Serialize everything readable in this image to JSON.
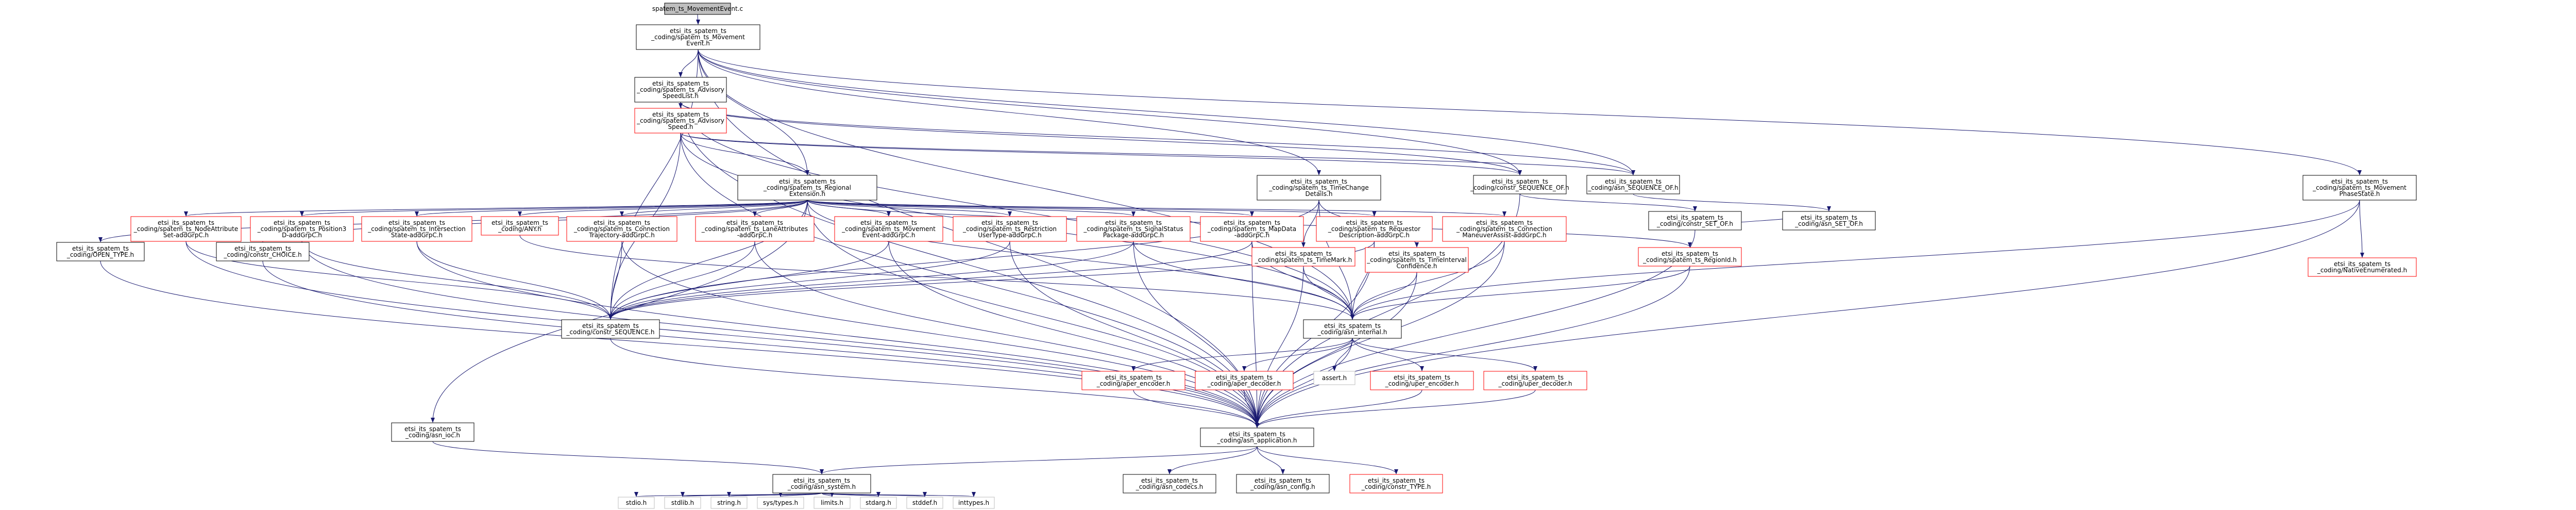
{
  "colors": {
    "edge": "#191970",
    "node_border_default": "#000000",
    "node_border_linked": "#ff0000",
    "node_border_system": "#bfbfbf",
    "root_fill": "#bfbfbf",
    "text": "#000000",
    "system_text": "#000000"
  },
  "nodes": [
    {
      "id": "root",
      "lines": [
        "spatem_ts_MovementEvent.c"
      ],
      "style": "root"
    },
    {
      "id": "me",
      "lines": [
        "etsi_its_spatem_ts",
        "_coding/spatem_ts_Movement",
        "Event.h"
      ],
      "style": "default"
    },
    {
      "id": "asl",
      "lines": [
        "etsi_its_spatem_ts",
        "_coding/spatem_ts_Advisory",
        "SpeedList.h"
      ],
      "style": "default"
    },
    {
      "id": "as",
      "lines": [
        "etsi_its_spatem_ts",
        "_coding/spatem_ts_Advisory",
        "Speed.h"
      ],
      "style": "linked"
    },
    {
      "id": "re",
      "lines": [
        "etsi_its_spatem_ts",
        "_coding/spatem_ts_Regional",
        "Extension.h"
      ],
      "style": "default"
    },
    {
      "id": "tcd",
      "lines": [
        "etsi_its_spatem_ts",
        "_coding/spatem_ts_TimeChange",
        "Details.h"
      ],
      "style": "default"
    },
    {
      "id": "cseqof",
      "lines": [
        "etsi_its_spatem_ts",
        "_coding/constr_SEQUENCE_OF.h"
      ],
      "style": "default"
    },
    {
      "id": "aseqof",
      "lines": [
        "etsi_its_spatem_ts",
        "_coding/asn_SEQUENCE_OF.h"
      ],
      "style": "default"
    },
    {
      "id": "mps",
      "lines": [
        "etsi_its_spatem_ts",
        "_coding/spatem_ts_Movement",
        "PhaseState.h"
      ],
      "style": "default"
    },
    {
      "id": "csetof",
      "lines": [
        "etsi_its_spatem_ts",
        "_coding/constr_SET_OF.h"
      ],
      "style": "default"
    },
    {
      "id": "asetof",
      "lines": [
        "etsi_its_spatem_ts",
        "_coding/asn_SET_OF.h"
      ],
      "style": "default"
    },
    {
      "id": "nenum",
      "lines": [
        "etsi_its_spatem_ts",
        "_coding/NativeEnumerated.h"
      ],
      "style": "linked"
    },
    {
      "id": "opentype",
      "lines": [
        "etsi_its_spatem_ts",
        "_coding/OPEN_TYPE.h"
      ],
      "style": "default"
    },
    {
      "id": "cchoice",
      "lines": [
        "etsi_its_spatem_ts",
        "_coding/constr_CHOICE.h"
      ],
      "style": "default"
    },
    {
      "id": "nodeattr",
      "lines": [
        "etsi_its_spatem_ts",
        "_coding/spatem_ts_NodeAttribute",
        "Set-addGrpC.h"
      ],
      "style": "linked"
    },
    {
      "id": "pos3d",
      "lines": [
        "etsi_its_spatem_ts",
        "_coding/spatem_ts_Position3",
        "D-addGrpC.h"
      ],
      "style": "linked"
    },
    {
      "id": "intstate",
      "lines": [
        "etsi_its_spatem_ts",
        "_coding/spatem_ts_Intersection",
        "State-addGrpC.h"
      ],
      "style": "linked"
    },
    {
      "id": "anyh",
      "lines": [
        "etsi_its_spatem_ts",
        "_coding/ANY.h"
      ],
      "style": "linked"
    },
    {
      "id": "conntraj",
      "lines": [
        "etsi_its_spatem_ts",
        "_coding/spatem_ts_Connection",
        "Trajectory-addGrpC.h"
      ],
      "style": "linked"
    },
    {
      "id": "laneattr",
      "lines": [
        "etsi_its_spatem_ts",
        "_coding/spatem_ts_LaneAttributes",
        "-addGrpC.h"
      ],
      "style": "linked"
    },
    {
      "id": "mevgrp",
      "lines": [
        "etsi_its_spatem_ts",
        "_coding/spatem_ts_Movement",
        "Event-addGrpC.h"
      ],
      "style": "linked"
    },
    {
      "id": "restr",
      "lines": [
        "etsi_its_spatem_ts",
        "_coding/spatem_ts_Restriction",
        "UserType-addGrpC.h"
      ],
      "style": "linked"
    },
    {
      "id": "sigstat",
      "lines": [
        "etsi_its_spatem_ts",
        "_coding/spatem_ts_SignalStatus",
        "Package-addGrpC.h"
      ],
      "style": "linked"
    },
    {
      "id": "mapdata",
      "lines": [
        "etsi_its_spatem_ts",
        "_coding/spatem_ts_MapData",
        "-addGrpC.h"
      ],
      "style": "linked"
    },
    {
      "id": "reqdesc",
      "lines": [
        "etsi_its_spatem_ts",
        "_coding/spatem_ts_Requestor",
        "Description-addGrpC.h"
      ],
      "style": "linked"
    },
    {
      "id": "connman",
      "lines": [
        "etsi_its_spatem_ts",
        "_coding/spatem_ts_Connection",
        "ManeuverAssist-addGrpC.h"
      ],
      "style": "linked"
    },
    {
      "id": "regid",
      "lines": [
        "etsi_its_spatem_ts",
        "_coding/spatem_ts_RegionId.h"
      ],
      "style": "linked"
    },
    {
      "id": "timemark",
      "lines": [
        "etsi_its_spatem_ts",
        "_coding/spatem_ts_TimeMark.h"
      ],
      "style": "linked"
    },
    {
      "id": "timeconf",
      "lines": [
        "etsi_its_spatem_ts",
        "_coding/spatem_ts_TimeInterval",
        "Confidence.h"
      ],
      "style": "linked"
    },
    {
      "id": "cseq",
      "lines": [
        "etsi_its_spatem_ts",
        "_coding/constr_SEQUENCE.h"
      ],
      "style": "default"
    },
    {
      "id": "internal",
      "lines": [
        "etsi_its_spatem_ts",
        "_coding/asn_internal.h"
      ],
      "style": "default"
    },
    {
      "id": "asnioc",
      "lines": [
        "etsi_its_spatem_ts",
        "_coding/asn_ioc.h"
      ],
      "style": "default"
    },
    {
      "id": "aperenc",
      "lines": [
        "etsi_its_spatem_ts",
        "_coding/aper_encoder.h"
      ],
      "style": "linked"
    },
    {
      "id": "aperdec",
      "lines": [
        "etsi_its_spatem_ts",
        "_coding/aper_decoder.h"
      ],
      "style": "linked"
    },
    {
      "id": "asserth",
      "lines": [
        "assert.h"
      ],
      "style": "system"
    },
    {
      "id": "uperenc",
      "lines": [
        "etsi_its_spatem_ts",
        "_coding/uper_encoder.h"
      ],
      "style": "linked"
    },
    {
      "id": "uperdec",
      "lines": [
        "etsi_its_spatem_ts",
        "_coding/uper_decoder.h"
      ],
      "style": "linked"
    },
    {
      "id": "asnapp",
      "lines": [
        "etsi_its_spatem_ts",
        "_coding/asn_application.h"
      ],
      "style": "default"
    },
    {
      "id": "asnsys",
      "lines": [
        "etsi_its_spatem_ts",
        "_coding/asn_system.h"
      ],
      "style": "default"
    },
    {
      "id": "asncodecs",
      "lines": [
        "etsi_its_spatem_ts",
        "_coding/asn_codecs.h"
      ],
      "style": "default"
    },
    {
      "id": "asnconfig",
      "lines": [
        "etsi_its_spatem_ts",
        "_coding/asn_config.h"
      ],
      "style": "default"
    },
    {
      "id": "constrtype",
      "lines": [
        "etsi_its_spatem_ts",
        "_coding/constr_TYPE.h"
      ],
      "style": "linked"
    },
    {
      "id": "stdio",
      "lines": [
        "stdio.h"
      ],
      "style": "system"
    },
    {
      "id": "stdlib",
      "lines": [
        "stdlib.h"
      ],
      "style": "system"
    },
    {
      "id": "string",
      "lines": [
        "string.h"
      ],
      "style": "system"
    },
    {
      "id": "systypes",
      "lines": [
        "sys/types.h"
      ],
      "style": "system"
    },
    {
      "id": "limits",
      "lines": [
        "limits.h"
      ],
      "style": "system"
    },
    {
      "id": "stdarg",
      "lines": [
        "stdarg.h"
      ],
      "style": "system"
    },
    {
      "id": "stddef",
      "lines": [
        "stddef.h"
      ],
      "style": "system"
    },
    {
      "id": "inttypes",
      "lines": [
        "inttypes.h"
      ],
      "style": "system"
    }
  ],
  "edges": [
    [
      "root",
      "me"
    ],
    [
      "me",
      "asl"
    ],
    [
      "me",
      "re"
    ],
    [
      "me",
      "tcd"
    ],
    [
      "me",
      "cseqof"
    ],
    [
      "me",
      "aseqof"
    ],
    [
      "me",
      "mps"
    ],
    [
      "me",
      "cseq"
    ],
    [
      "me",
      "internal"
    ],
    [
      "me",
      "asnapp"
    ],
    [
      "asl",
      "as"
    ],
    [
      "asl",
      "cseqof"
    ],
    [
      "asl",
      "aseqof"
    ],
    [
      "asl",
      "internal"
    ],
    [
      "asl",
      "asnapp"
    ],
    [
      "as",
      "re"
    ],
    [
      "as",
      "cseqof"
    ],
    [
      "as",
      "aseqof"
    ],
    [
      "as",
      "cseq"
    ],
    [
      "as",
      "internal"
    ],
    [
      "as",
      "asnapp"
    ],
    [
      "re",
      "opentype"
    ],
    [
      "re",
      "cchoice"
    ],
    [
      "re",
      "nodeattr"
    ],
    [
      "re",
      "pos3d"
    ],
    [
      "re",
      "intstate"
    ],
    [
      "re",
      "anyh"
    ],
    [
      "re",
      "conntraj"
    ],
    [
      "re",
      "laneattr"
    ],
    [
      "re",
      "mevgrp"
    ],
    [
      "re",
      "restr"
    ],
    [
      "re",
      "sigstat"
    ],
    [
      "re",
      "mapdata"
    ],
    [
      "re",
      "reqdesc"
    ],
    [
      "re",
      "connman"
    ],
    [
      "re",
      "regid"
    ],
    [
      "re",
      "cseq"
    ],
    [
      "re",
      "internal"
    ],
    [
      "re",
      "asnioc"
    ],
    [
      "re",
      "asnapp"
    ],
    [
      "tcd",
      "timemark"
    ],
    [
      "tcd",
      "timeconf"
    ],
    [
      "tcd",
      "cseq"
    ],
    [
      "tcd",
      "internal"
    ],
    [
      "cseqof",
      "csetof"
    ],
    [
      "cseqof",
      "asnapp"
    ],
    [
      "aseqof",
      "asetof"
    ],
    [
      "csetof",
      "asetof"
    ],
    [
      "csetof",
      "asnapp"
    ],
    [
      "mps",
      "nenum"
    ],
    [
      "mps",
      "internal"
    ],
    [
      "mps",
      "asnapp"
    ],
    [
      "opentype",
      "asnapp"
    ],
    [
      "cchoice",
      "asnapp"
    ],
    [
      "nodeattr",
      "cseq"
    ],
    [
      "nodeattr",
      "asnapp"
    ],
    [
      "pos3d",
      "cseq"
    ],
    [
      "pos3d",
      "asnapp"
    ],
    [
      "intstate",
      "cseq"
    ],
    [
      "intstate",
      "asnapp"
    ],
    [
      "anyh",
      "internal"
    ],
    [
      "conntraj",
      "cseq"
    ],
    [
      "conntraj",
      "asnapp"
    ],
    [
      "laneattr",
      "cseq"
    ],
    [
      "laneattr",
      "asnapp"
    ],
    [
      "mevgrp",
      "cseq"
    ],
    [
      "mevgrp",
      "asnapp"
    ],
    [
      "restr",
      "cseq"
    ],
    [
      "restr",
      "asnapp"
    ],
    [
      "sigstat",
      "cseq"
    ],
    [
      "sigstat",
      "internal"
    ],
    [
      "sigstat",
      "asnapp"
    ],
    [
      "mapdata",
      "cseq"
    ],
    [
      "mapdata",
      "internal"
    ],
    [
      "mapdata",
      "asnapp"
    ],
    [
      "reqdesc",
      "cseq"
    ],
    [
      "reqdesc",
      "internal"
    ],
    [
      "reqdesc",
      "asnapp"
    ],
    [
      "connman",
      "internal"
    ],
    [
      "connman",
      "asnapp"
    ],
    [
      "regid",
      "internal"
    ],
    [
      "regid",
      "asnapp"
    ],
    [
      "timemark",
      "internal"
    ],
    [
      "timemark",
      "asnapp"
    ],
    [
      "timeconf",
      "internal"
    ],
    [
      "timeconf",
      "asnapp"
    ],
    [
      "cseq",
      "asnapp"
    ],
    [
      "internal",
      "aperenc"
    ],
    [
      "internal",
      "aperdec"
    ],
    [
      "internal",
      "asserth"
    ],
    [
      "internal",
      "uperenc"
    ],
    [
      "internal",
      "uperdec"
    ],
    [
      "internal",
      "asnapp"
    ],
    [
      "aperenc",
      "asnapp"
    ],
    [
      "aperdec",
      "asnapp"
    ],
    [
      "uperenc",
      "asnapp"
    ],
    [
      "uperdec",
      "asnapp"
    ],
    [
      "asnioc",
      "asnsys"
    ],
    [
      "asnapp",
      "asnsys"
    ],
    [
      "asnapp",
      "asncodecs"
    ],
    [
      "asnapp",
      "asnconfig"
    ],
    [
      "asnapp",
      "constrtype"
    ],
    [
      "asnsys",
      "stdio"
    ],
    [
      "asnsys",
      "stdlib"
    ],
    [
      "asnsys",
      "string"
    ],
    [
      "asnsys",
      "systypes"
    ],
    [
      "asnsys",
      "limits"
    ],
    [
      "asnsys",
      "stdarg"
    ],
    [
      "asnsys",
      "stddef"
    ],
    [
      "asnsys",
      "inttypes"
    ]
  ]
}
